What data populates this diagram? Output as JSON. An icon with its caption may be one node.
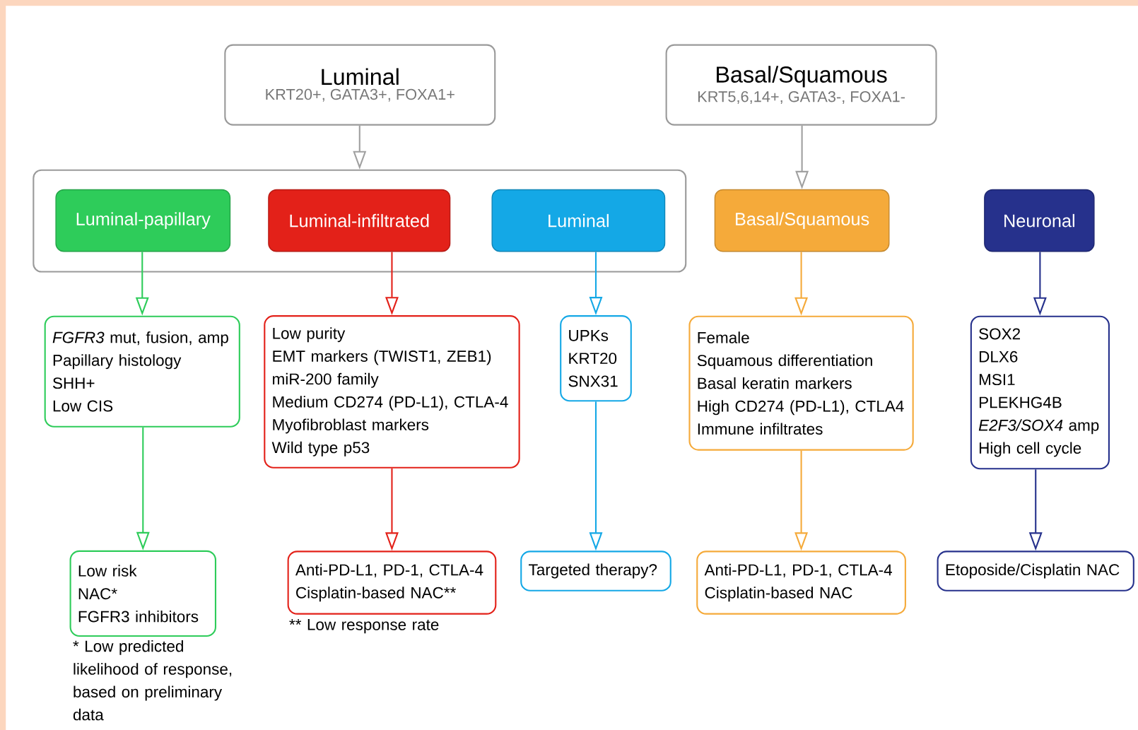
{
  "diagram": {
    "nodes": [
      {
        "text": [
          "Luminal",
          "KRT20+, GATA3+, FOXA1+"
        ]
      },
      {
        "text": [
          "Basal/Squamous",
          "KRT5,6,14+, GATA3-, FOXA1-"
        ]
      },
      {
        "text": [],
        "shape": "box"
      },
      {
        "text": [
          "Luminal-papillary"
        ],
        "in": 2
      },
      {
        "text": [
          "Luminal-infiltrated"
        ],
        "in": 2
      },
      {
        "text": [
          "Luminal"
        ],
        "in": 2
      },
      {
        "text": [
          "Basal/Squamous"
        ]
      },
      {
        "text": [
          "Neuronal"
        ]
      },
      {
        "text": [
          "*FGFR3* mut, fusion, amp",
          "Papillary histology",
          "SHH+",
          "Low CIS"
        ]
      },
      {
        "text": [
          "Low purity",
          "EMT markers (TWIST1, ZEB1)",
          "miR-200 family",
          "Medium CD274 (PD-L1), CTLA-4",
          "Myofibroblast markers",
          "Wild type p53"
        ]
      },
      {
        "text": [
          "UPKs",
          "KRT20",
          "SNX31"
        ]
      },
      {
        "text": [
          "Female",
          "Squamous differentiation",
          "Basal keratin markers",
          "High CD274 (PD-L1), CTLA4",
          "Immune infiltrates"
        ]
      },
      {
        "text": [
          "SOX2",
          "DLX6",
          "MSI1",
          "PLEKHG4B",
          "*E2F3/SOX4* amp",
          "High cell cycle"
        ]
      },
      {
        "text": [
          "Low risk",
          "NAC*",
          "FGFR3 inhibitors"
        ],
        "beside": [
          "* Low predicted likelihood of response, based on preliminary data"
        ]
      },
      {
        "text": [
          "Anti-PD-L1, PD-1, CTLA-4",
          "Cisplatin-based NAC**"
        ],
        "beside": [
          "** Low response rate"
        ]
      },
      {
        "text": [
          "Targeted therapy?"
        ]
      },
      {
        "text": [
          "Anti-PD-L1, PD-1, CTLA-4",
          "Cisplatin-based NAC"
        ]
      },
      {
        "text": [
          "Etoposide/Cisplatin NAC"
        ]
      }
    ],
    "edges": [
      {
        "from": 0,
        "to": 2,
        "arrow": "to",
        "color": "#a0a0a0"
      },
      {
        "from": 1,
        "to": 6,
        "arrow": "to",
        "color": "#a0a0a0"
      },
      {
        "from": 3,
        "to": 8,
        "arrow": "to",
        "color": "#2ecc5a"
      },
      {
        "from": 4,
        "to": 9,
        "arrow": "to",
        "color": "#e32119"
      },
      {
        "from": 5,
        "to": 10,
        "arrow": "to",
        "color": "#14a8e6"
      },
      {
        "from": 6,
        "to": 11,
        "arrow": "to",
        "color": "#f5aa3a"
      },
      {
        "from": 7,
        "to": 12,
        "arrow": "to",
        "color": "#26318c"
      },
      {
        "from": 8,
        "to": 13,
        "arrow": "to",
        "color": "#2ecc5a"
      },
      {
        "from": 9,
        "to": 14,
        "arrow": "to",
        "color": "#e32119"
      },
      {
        "from": 10,
        "to": 15,
        "arrow": "to",
        "color": "#14a8e6"
      },
      {
        "from": 11,
        "to": 16,
        "arrow": "to",
        "color": "#f5aa3a"
      },
      {
        "from": 12,
        "to": 17,
        "arrow": "to",
        "color": "#26318c"
      }
    ]
  }
}
